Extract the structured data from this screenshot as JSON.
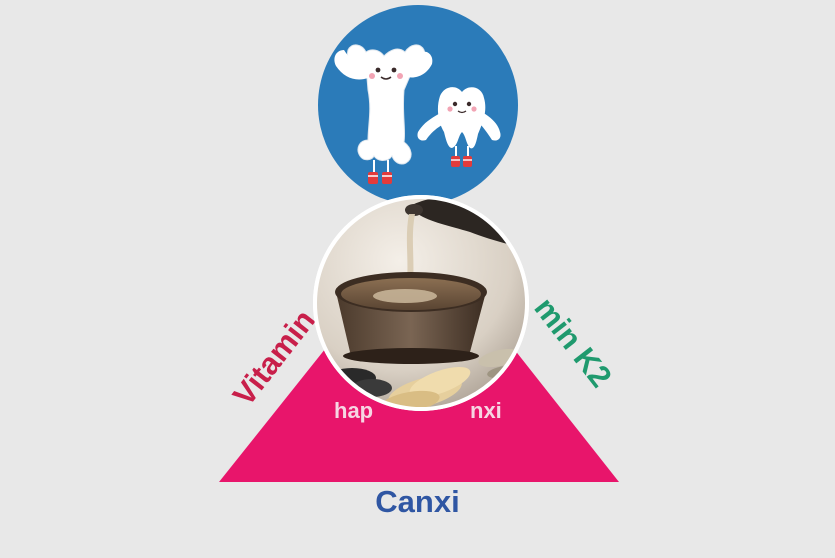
{
  "labels": {
    "left": "Vitamin",
    "right": "min K2",
    "inner": "hap",
    "inner_right": "nxi",
    "bottom": "Canxi"
  },
  "colors": {
    "background": "#e8e8e8",
    "triangle": "#e8156b",
    "circle_blue": "#2b7bb9",
    "left_text": "#c81f4a",
    "right_text": "#1f9a6e",
    "bottom_text": "#2f56a3",
    "photo_border": "#ffffff"
  },
  "icons": {
    "bones": "strong-bones-icon",
    "tea": "herbal-tea-photo"
  }
}
